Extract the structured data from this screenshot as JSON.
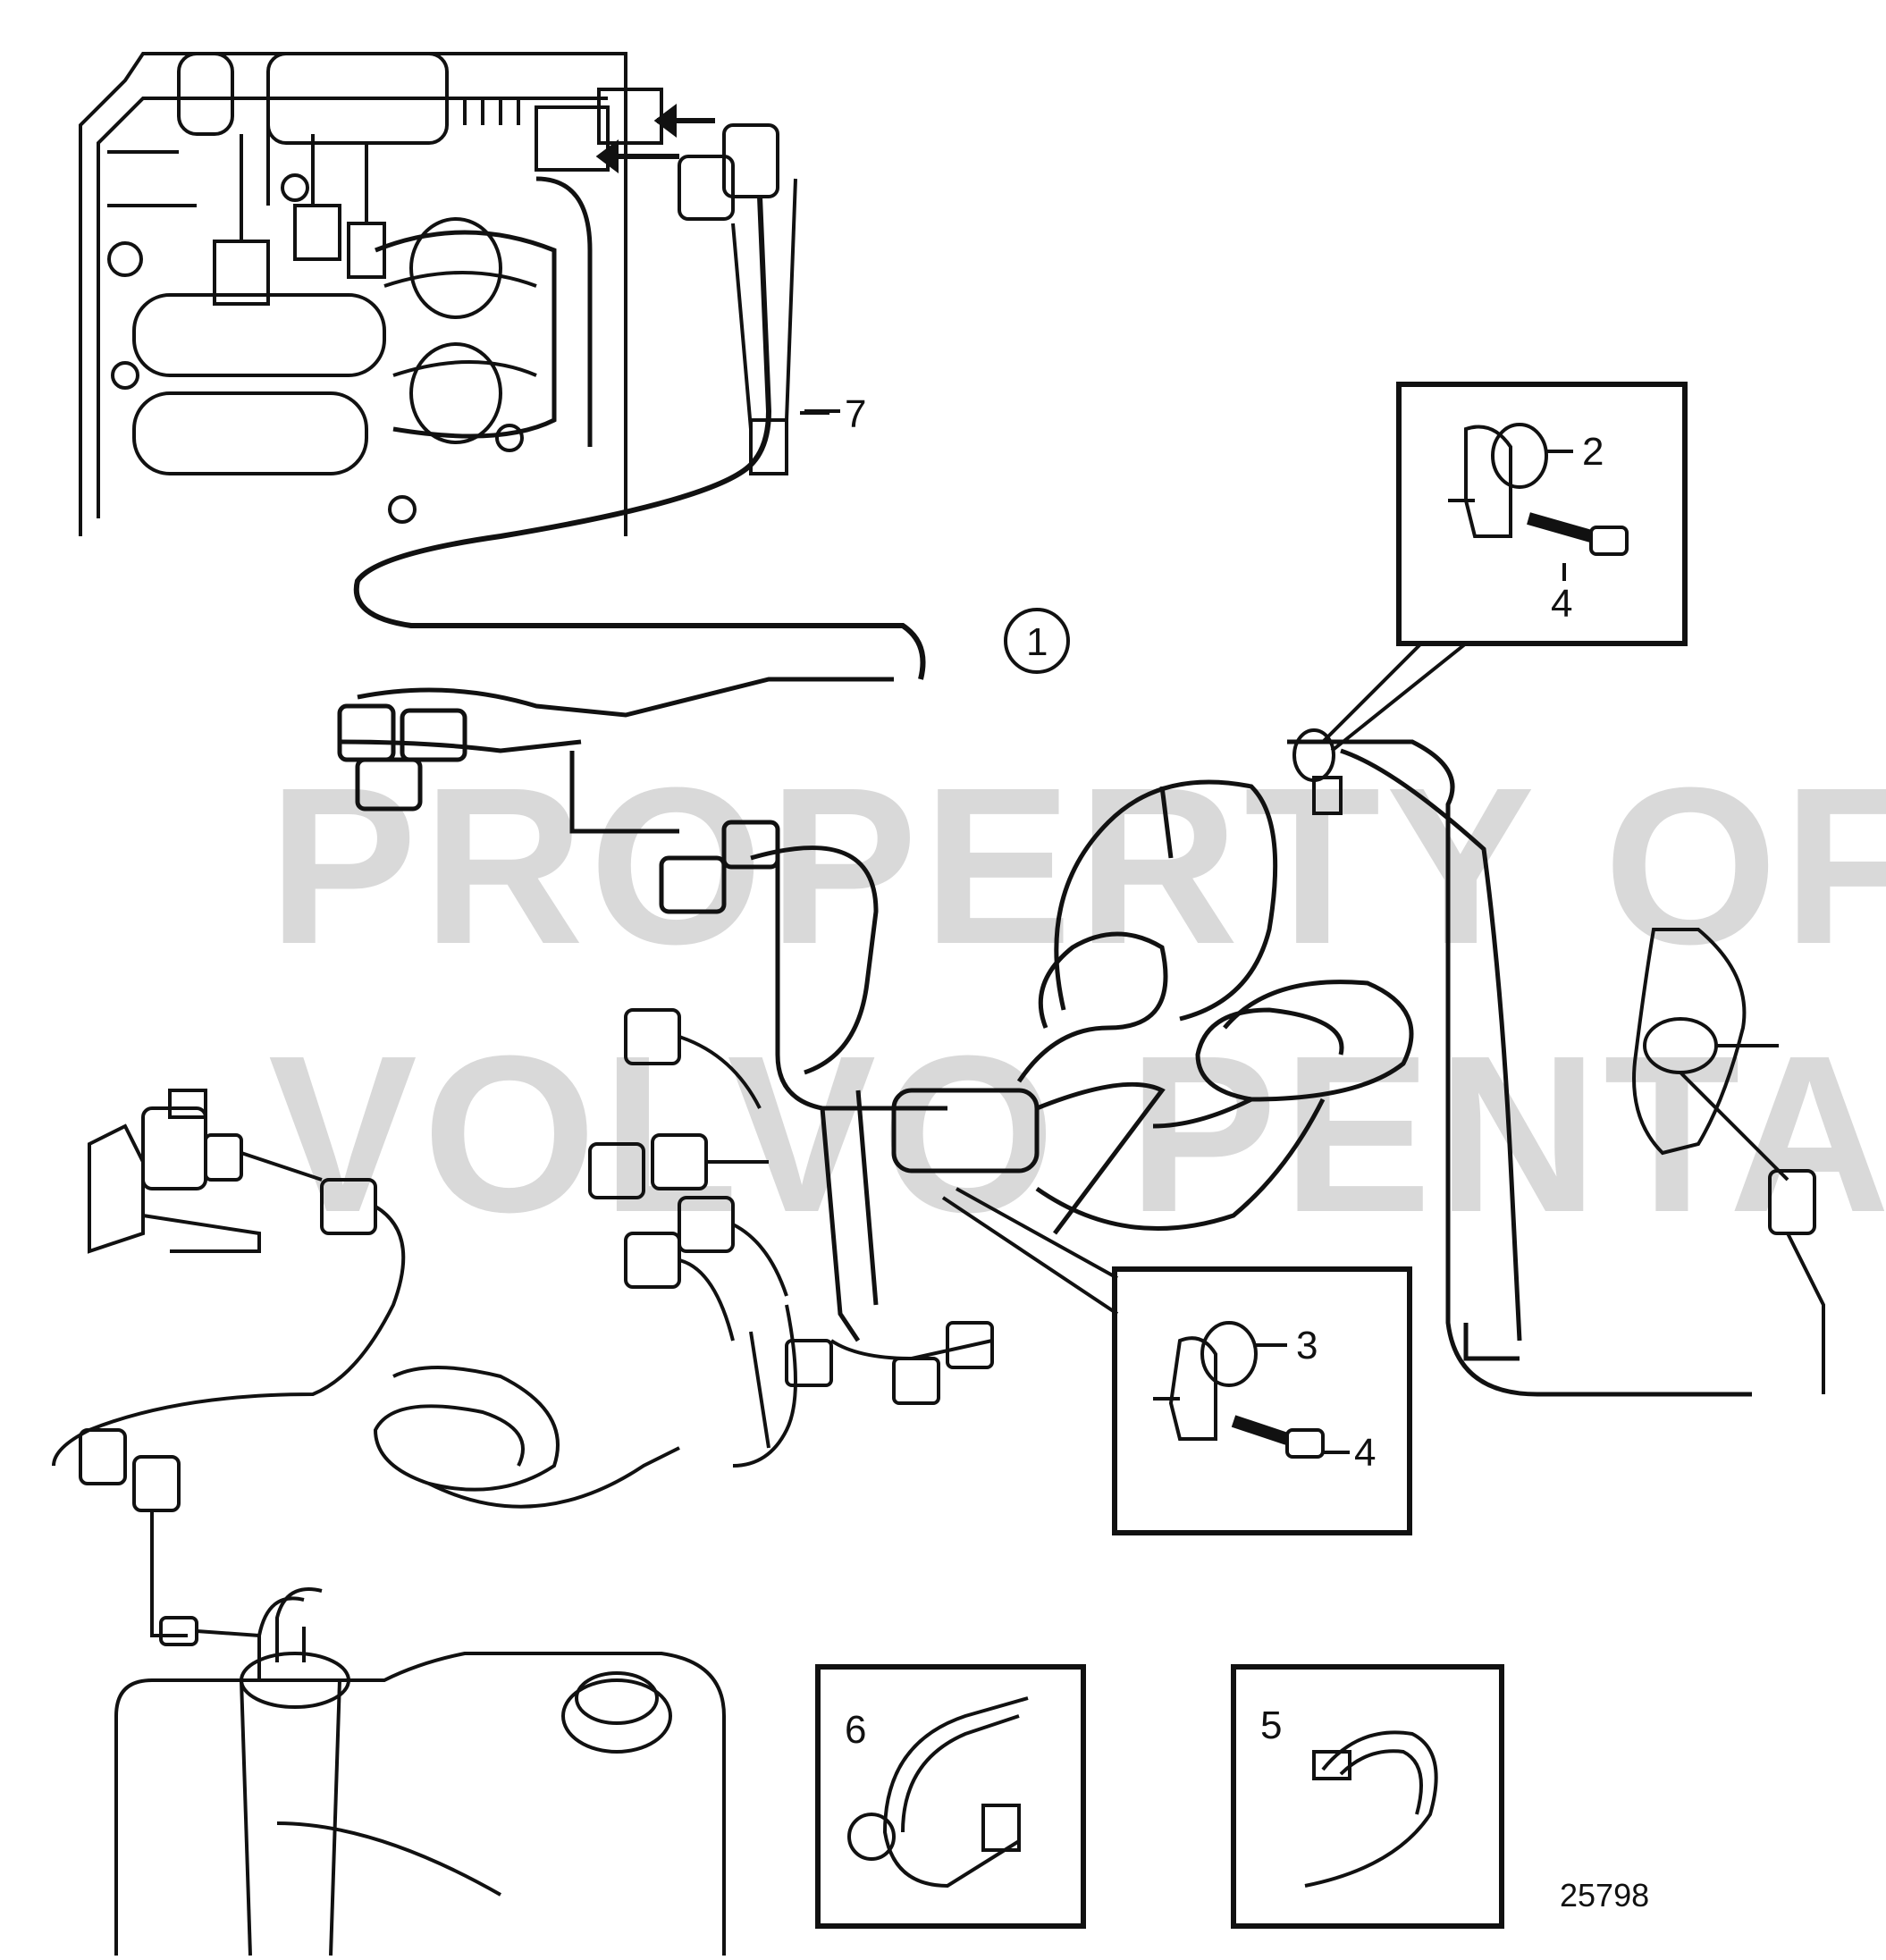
{
  "watermark": {
    "line1": "PROPERTY OF",
    "line2": "VOLVO PENTA"
  },
  "callouts": {
    "item_1": "1",
    "item_2": "2",
    "item_3": "3",
    "item_4_upper": "4",
    "item_4_lower": "4",
    "item_5": "5",
    "item_6": "6",
    "item_7": "7"
  },
  "illustration_number": "25798"
}
